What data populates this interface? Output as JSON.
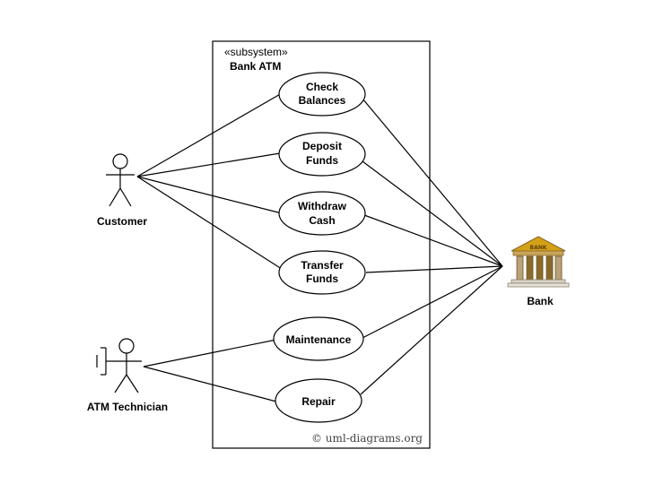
{
  "subsystem": {
    "stereotype": "«subsystem»",
    "name": "Bank ATM"
  },
  "actors": {
    "customer": "Customer",
    "technician": "ATM Technician",
    "bank": "Bank",
    "bank_sign": "BANK"
  },
  "use_cases": [
    {
      "lines": [
        "Check",
        "Balances"
      ]
    },
    {
      "lines": [
        "Deposit",
        "Funds"
      ]
    },
    {
      "lines": [
        "Withdraw",
        "Cash"
      ]
    },
    {
      "lines": [
        "Transfer",
        "Funds"
      ]
    },
    {
      "lines": [
        "Maintenance"
      ]
    },
    {
      "lines": [
        "Repair"
      ]
    }
  ],
  "credit": "© uml-diagrams.org",
  "icons": {
    "customer": "stick-figure-icon",
    "technician": "stick-figure-with-tool-icon",
    "bank": "bank-building-icon"
  },
  "colors": {
    "line": "#000000",
    "bank_roof": "#d4a017",
    "bank_columns": "#8a6a2a"
  }
}
